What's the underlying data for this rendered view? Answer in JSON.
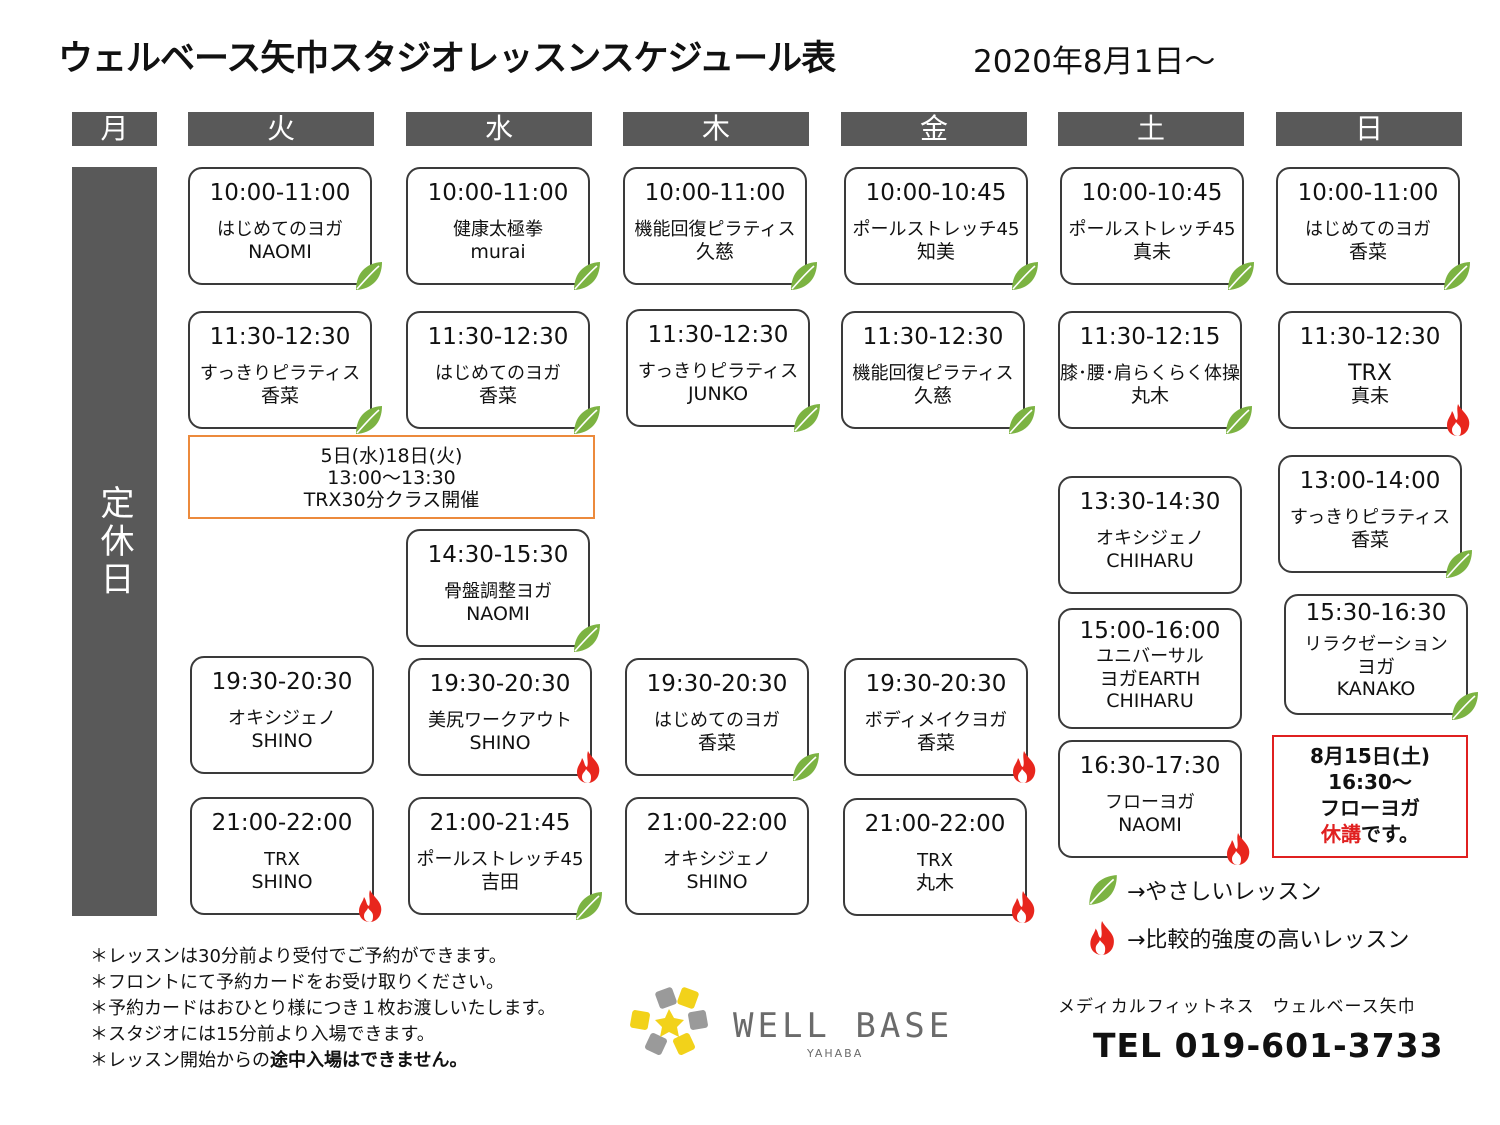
{
  "header": {
    "title": "ウェルベース矢巾スタジオレッスンスケジュール表",
    "date": "2020年8月1日～"
  },
  "days": [
    "月",
    "火",
    "水",
    "木",
    "金",
    "土",
    "日"
  ],
  "closed_label": "定休日",
  "lessons": [
    {
      "time": "10:00-11:00",
      "name": "はじめてのヨガ",
      "inst": "NAOMI",
      "icon": "leaf-icon"
    },
    {
      "time": "11:30-12:30",
      "name": "すっきりピラティス",
      "inst": "香菜",
      "icon": "leaf-icon"
    },
    {
      "time": "19:30-20:30",
      "name": "オキシジェノ",
      "inst": "SHINO",
      "icon": ""
    },
    {
      "time": "21:00-22:00",
      "name": "TRX",
      "inst": "SHINO",
      "icon": "flame-icon"
    },
    {
      "time": "10:00-11:00",
      "name": "健康太極拳",
      "inst": "murai",
      "icon": "leaf-icon"
    },
    {
      "time": "11:30-12:30",
      "name": "はじめてのヨガ",
      "inst": "香菜",
      "icon": "leaf-icon"
    },
    {
      "time": "14:30-15:30",
      "name": "骨盤調整ヨガ",
      "inst": "NAOMI",
      "icon": "leaf-icon"
    },
    {
      "time": "19:30-20:30",
      "name": "美尻ワークアウト",
      "inst": "SHINO",
      "icon": "flame-icon"
    },
    {
      "time": "21:00-21:45",
      "name": "ポールストレッチ45",
      "inst": "吉田",
      "icon": "leaf-icon"
    },
    {
      "time": "10:00-11:00",
      "name": "機能回復ピラティス",
      "inst": "久慈",
      "icon": "leaf-icon"
    },
    {
      "time": "11:30-12:30",
      "name": "すっきりピラティス",
      "inst": "JUNKO",
      "icon": "leaf-icon"
    },
    {
      "time": "19:30-20:30",
      "name": "はじめてのヨガ",
      "inst": "香菜",
      "icon": "leaf-icon"
    },
    {
      "time": "21:00-22:00",
      "name": "オキシジェノ",
      "inst": "SHINO",
      "icon": ""
    },
    {
      "time": "10:00-10:45",
      "name": "ポールストレッチ45",
      "inst": "知美",
      "icon": "leaf-icon"
    },
    {
      "time": "11:30-12:30",
      "name": "機能回復ピラティス",
      "inst": "久慈",
      "icon": "leaf-icon"
    },
    {
      "time": "19:30-20:30",
      "name": "ボディメイクヨガ",
      "inst": "香菜",
      "icon": "flame-icon"
    },
    {
      "time": "21:00-22:00",
      "name": "TRX",
      "inst": "丸木",
      "icon": "flame-icon"
    },
    {
      "time": "10:00-10:45",
      "name": "ポールストレッチ45",
      "inst": "真未",
      "icon": "leaf-icon"
    },
    {
      "time": "11:30-12:15",
      "name": "膝･腰･肩らくらく体操",
      "inst": "丸木",
      "icon": "leaf-icon"
    },
    {
      "time": "13:30-14:30",
      "name": "オキシジェノ",
      "inst": "CHIHARU",
      "icon": ""
    },
    {
      "time": "15:00-16:00",
      "name": "ユニバーサル",
      "inst": "ヨガEARTH",
      "inst2": "CHIHARU",
      "icon": ""
    },
    {
      "time": "16:30-17:30",
      "name": "フローヨガ",
      "inst": "NAOMI",
      "icon": "flame-icon"
    },
    {
      "time": "10:00-11:00",
      "name": "はじめてのヨガ",
      "inst": "香菜",
      "icon": "leaf-icon"
    },
    {
      "time": "11:30-12:30",
      "name": "TRX",
      "inst": "真未",
      "icon": "flame-icon"
    },
    {
      "time": "13:00-14:00",
      "name": "すっきりピラティス",
      "inst": "香菜",
      "icon": "leaf-icon"
    },
    {
      "time": "15:30-16:30",
      "name": "リラクゼーション",
      "inst": "ヨガ",
      "inst2": "KANAKO",
      "icon": "leaf-icon"
    }
  ],
  "notice_trx": {
    "line1": "5日(水)18日(火)",
    "line2": "13:00～13:30",
    "line3": "TRX30分クラス開催"
  },
  "notice_cancel": {
    "line1": "8月15日(土)",
    "line2": "16:30～",
    "line3": "フローヨガ",
    "cancel_word": "休講",
    "suffix": "です。"
  },
  "legend": {
    "easy": "→やさしいレッスン",
    "hard": "→比較的強度の高いレッスン"
  },
  "notes": {
    "n1": "＊レッスンは30分前より受付でご予約ができます。",
    "n2": "＊フロントにて予約カードをお受け取りください。",
    "n3": "＊予約カードはおひとり様につき１枚お渡しいたします。",
    "n4": "＊スタジオには15分前より入場できます。",
    "n5_pre": "＊レッスン開始からの",
    "n5_bold": "途中入場はできません。"
  },
  "footer": {
    "logo_main": "WELL BASE",
    "logo_sub": "YAHABA",
    "company": "メディカルフィットネス　ウェルベース矢巾",
    "tel": "TEL 019-601-3733"
  },
  "colors": {
    "leaf": "#7cb342",
    "flame": "#e8261d",
    "header_bg": "#595959",
    "notice_orange": "#ec8a3c",
    "logo_yellow": "#f2d21a",
    "logo_gray": "#9a9a9a"
  }
}
